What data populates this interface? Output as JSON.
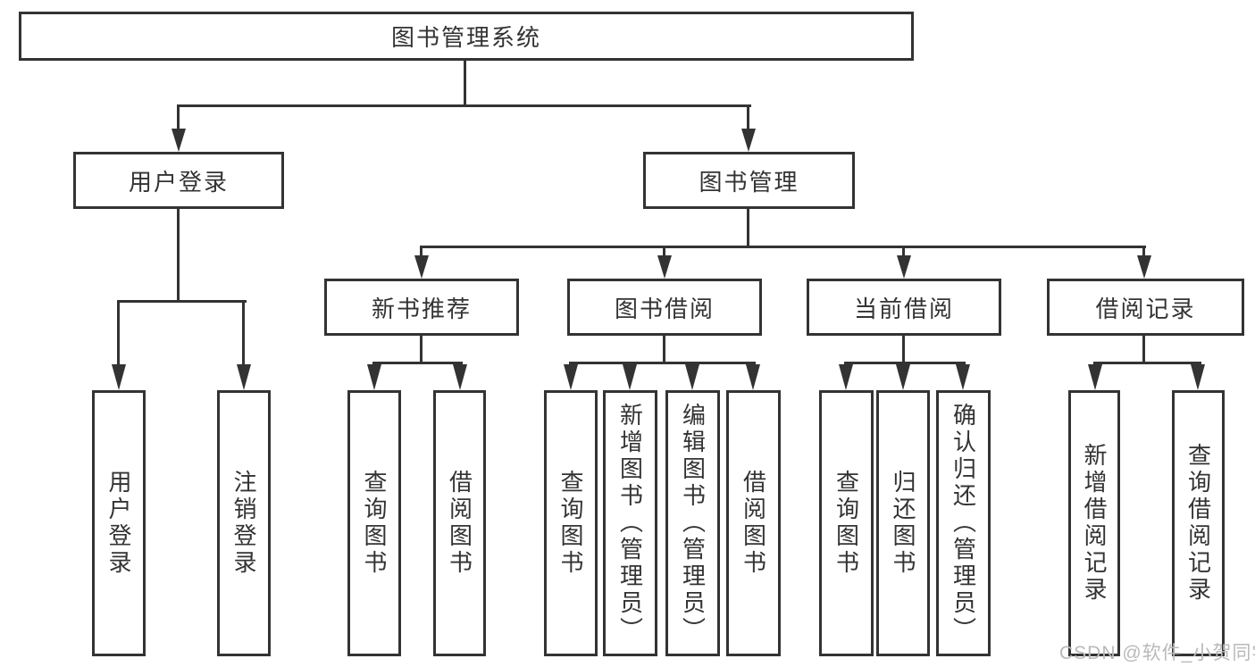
{
  "nodes": {
    "root": "图书管理系统",
    "level2": [
      "用户登录",
      "图书管理"
    ],
    "level3": [
      "新书推荐",
      "图书借阅",
      "当前借阅",
      "借阅记录"
    ],
    "leaves": [
      "用户登录",
      "注销登录",
      "查询图书",
      "借阅图书",
      "查询图书",
      "新增图书（管理员）",
      "编辑图书（管理员）",
      "借阅图书",
      "查询图书",
      "归还图书",
      "确认归还（管理员）",
      "新增借阅记录",
      "查询借阅记录"
    ]
  },
  "hierarchy": {
    "图书管理系统": {
      "用户登录": [
        "用户登录",
        "注销登录"
      ],
      "图书管理": {
        "新书推荐": [
          "查询图书",
          "借阅图书"
        ],
        "图书借阅": [
          "查询图书",
          "新增图书（管理员）",
          "编辑图书（管理员）",
          "借阅图书"
        ],
        "当前借阅": [
          "查询图书",
          "归还图书",
          "确认归还（管理员）"
        ],
        "借阅记录": [
          "新增借阅记录",
          "查询借阅记录"
        ]
      }
    }
  },
  "watermark": "CSDN @软件_小贺同学",
  "colors": {
    "line": "#333333",
    "text": "#333333",
    "watermark": "#b9b9b9",
    "background": "#ffffff"
  }
}
